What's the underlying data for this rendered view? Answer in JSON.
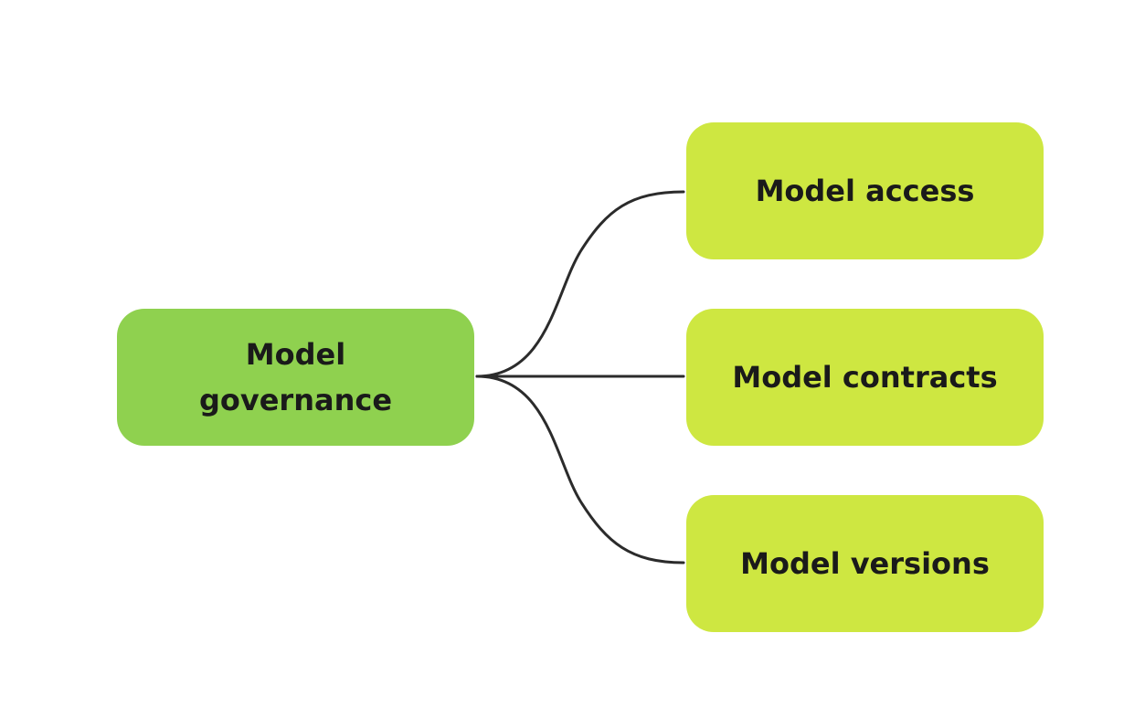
{
  "diagram": {
    "root": {
      "label": "Model governance",
      "color": "#8fd14f"
    },
    "children": [
      {
        "label": "Model access",
        "color": "#cee741"
      },
      {
        "label": "Model contracts",
        "color": "#cee741"
      },
      {
        "label": "Model versions",
        "color": "#cee741"
      }
    ],
    "connector_color": "#2b2b2b"
  }
}
